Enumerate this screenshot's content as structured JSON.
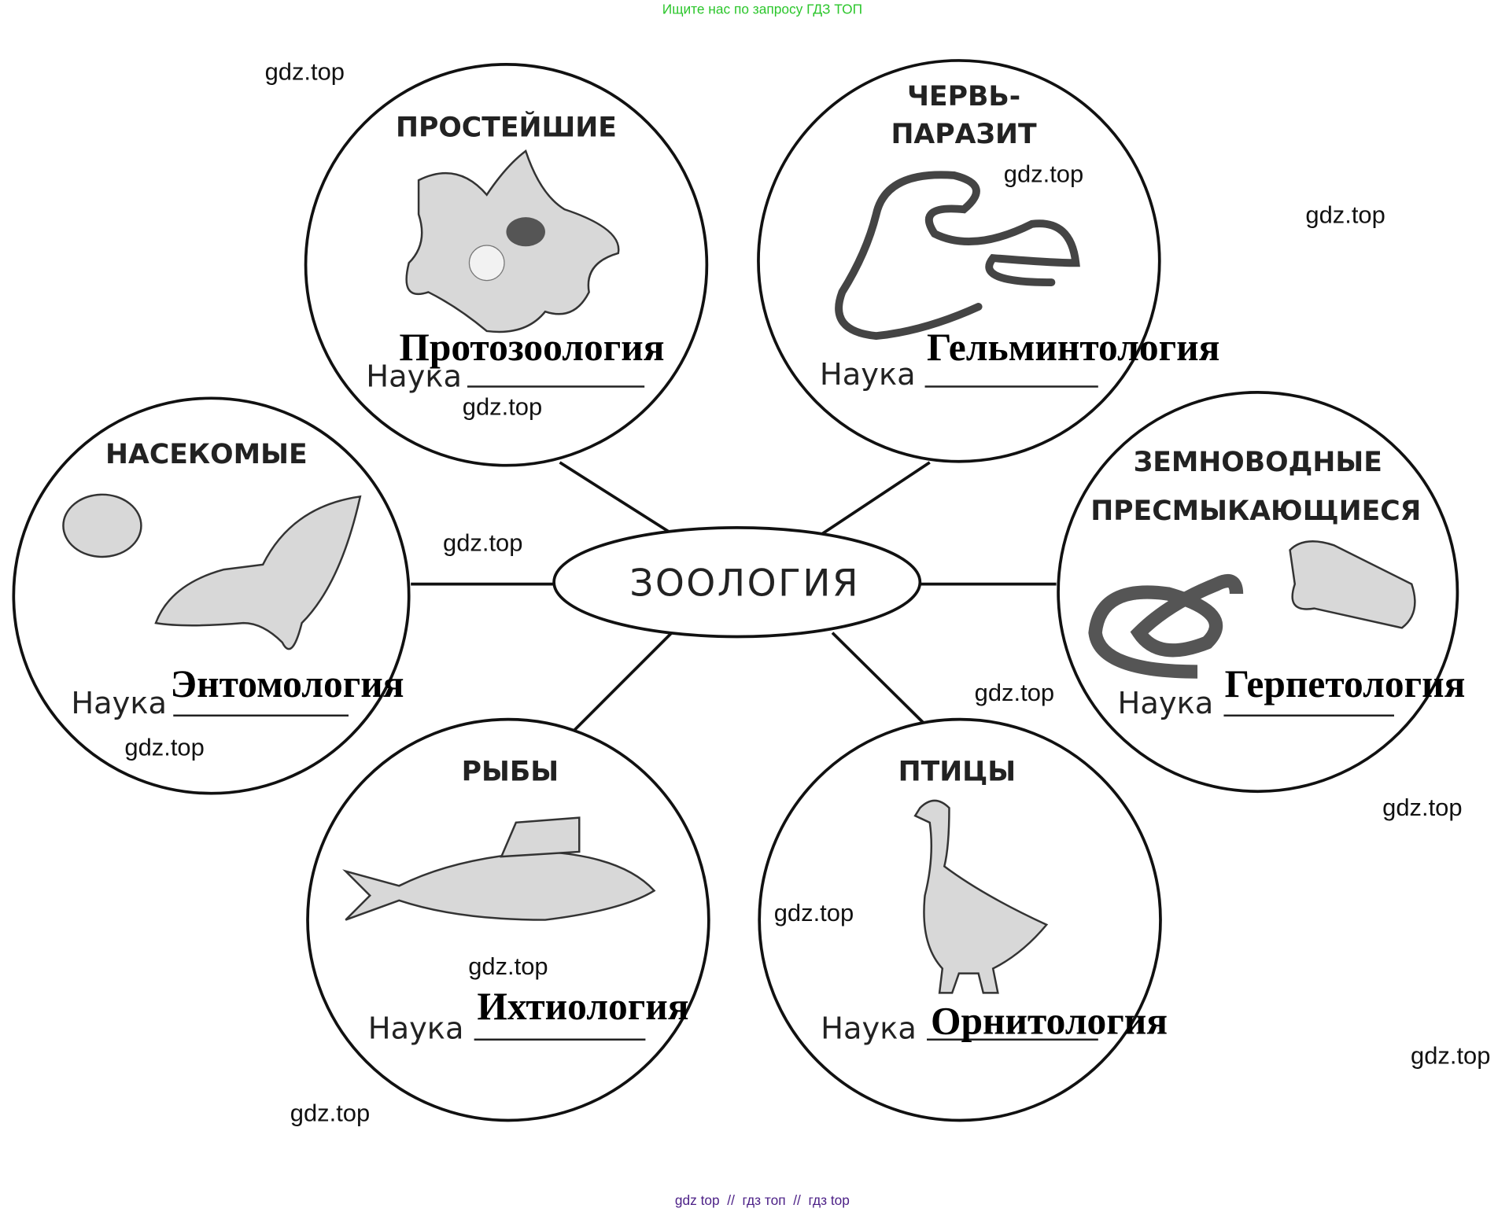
{
  "header_note": "Ищите нас по запросу ГДЗ ТОП",
  "footer_note": "gdz top  //  гдз топ  //  гдз top",
  "center": "ЗООЛОГИЯ",
  "science_label": "Наука",
  "watermark": "gdz.top",
  "groups": [
    {
      "title": [
        "ПРОСТЕЙШИЕ"
      ],
      "answer": "Протозоология",
      "picture": "amoeba"
    },
    {
      "title": [
        "ЧЕРВЬ-",
        "ПАРАЗИТ"
      ],
      "answer": "Гельминтология",
      "picture": "tapeworm"
    },
    {
      "title": [
        "НАСЕКОМЫЕ"
      ],
      "answer": "Энтомология",
      "picture": "beetle-and-butterfly"
    },
    {
      "title": [
        "ЗЕМНОВОДНЫЕ",
        "ПРЕСМЫКАЮЩИЕСЯ"
      ],
      "answer": "Герпетология",
      "picture": "snake-and-frog"
    },
    {
      "title": [
        "РЫБЫ"
      ],
      "answer": "Ихтиология",
      "picture": "fish"
    },
    {
      "title": [
        "ПТИЦЫ"
      ],
      "answer": "Орнитология",
      "picture": "goose"
    }
  ]
}
